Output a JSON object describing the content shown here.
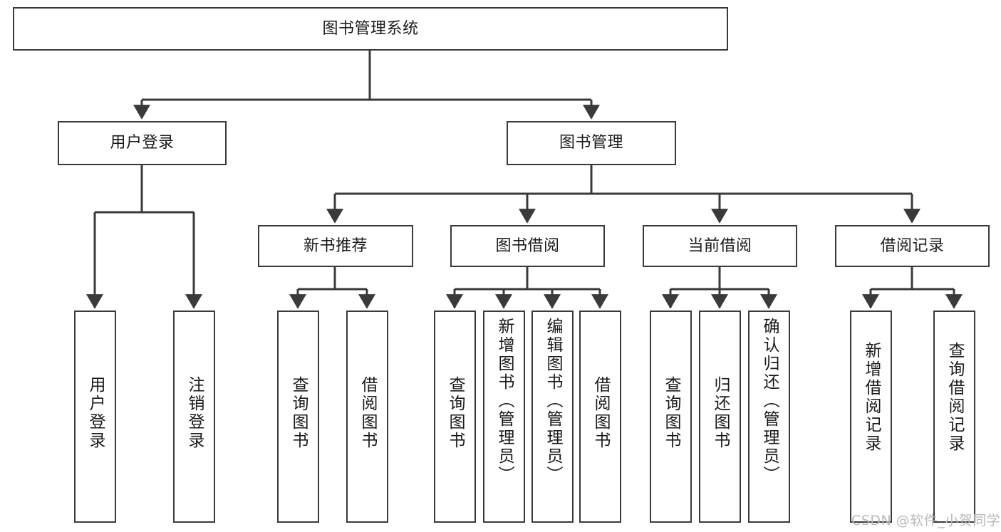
{
  "diagram": {
    "type": "tree",
    "title": "图书管理系统",
    "root": {
      "id": "root",
      "label": "图书管理系统"
    },
    "level2": [
      {
        "id": "user-login",
        "label": "用户登录"
      },
      {
        "id": "book-manage",
        "label": "图书管理"
      }
    ],
    "level3": [
      {
        "id": "new-book-recommend",
        "label": "新书推荐",
        "parent": "book-manage"
      },
      {
        "id": "book-borrow",
        "label": "图书借阅",
        "parent": "book-manage"
      },
      {
        "id": "current-borrow",
        "label": "当前借阅",
        "parent": "book-manage"
      },
      {
        "id": "borrow-record",
        "label": "借阅记录",
        "parent": "book-manage"
      }
    ],
    "leaves": {
      "user_login": [
        {
          "id": "leaf-user-login",
          "label": "用户登录"
        },
        {
          "id": "leaf-user-logout",
          "label": "注销登录"
        }
      ],
      "new_book_recommend": [
        {
          "id": "leaf-query-book-1",
          "label": "查询图书"
        },
        {
          "id": "leaf-borrow-book-1",
          "label": "借阅图书"
        }
      ],
      "book_borrow": [
        {
          "id": "leaf-query-book-2",
          "label": "查询图书"
        },
        {
          "id": "leaf-add-book",
          "label": "新增图书（管理员）"
        },
        {
          "id": "leaf-edit-book",
          "label": "编辑图书（管理员）"
        },
        {
          "id": "leaf-borrow-book-2",
          "label": "借阅图书"
        }
      ],
      "current_borrow": [
        {
          "id": "leaf-query-book-3",
          "label": "查询图书"
        },
        {
          "id": "leaf-return-book",
          "label": "归还图书"
        },
        {
          "id": "leaf-confirm-return",
          "label": "确认归还（管理员）"
        }
      ],
      "borrow_record": [
        {
          "id": "leaf-add-record",
          "label": "新增借阅记录"
        },
        {
          "id": "leaf-query-record",
          "label": "查询借阅记录"
        }
      ]
    }
  },
  "watermark": {
    "text": "CSDN @软件_小贺同学"
  },
  "colors": {
    "stroke": "#3a3a3a",
    "fill": "#ffffff",
    "text": "#1a1a1a",
    "watermark": "#b9b9b9"
  }
}
